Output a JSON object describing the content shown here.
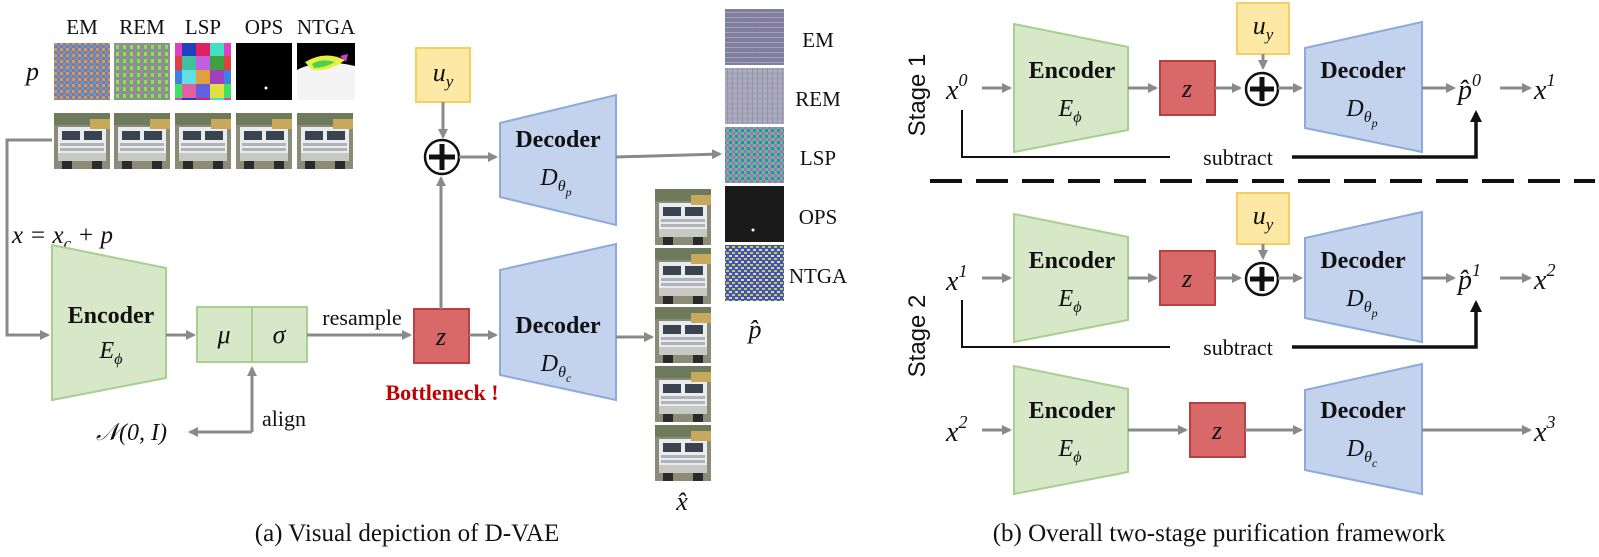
{
  "panel_a": {
    "caption": "(a) Visual depiction of D-VAE",
    "p_symbol": "p",
    "attack_labels": [
      "EM",
      "REM",
      "LSP",
      "OPS",
      "NTGA"
    ],
    "x_equation": "x = x",
    "x_equation_sub": "c",
    "x_equation_tail": " + p",
    "encoder": {
      "title": "Encoder",
      "sym": "E",
      "sub": "ϕ"
    },
    "mu": "μ",
    "sigma": "σ",
    "resample": "resample",
    "z": "z",
    "bottleneck": "Bottleneck !",
    "normal": "𝒩(0, I)",
    "align": "align",
    "u_y": {
      "sym": "u",
      "sub": "y"
    },
    "decoder_p": {
      "title": "Decoder",
      "sym": "D",
      "sub": "θ",
      "subsub": "p"
    },
    "decoder_c": {
      "title": "Decoder",
      "sym": "D",
      "sub": "θ",
      "subsub": "c"
    },
    "x_hat": "x̂",
    "p_hat": "p̂",
    "perturb_labels": [
      "EM",
      "REM",
      "LSP",
      "OPS",
      "NTGA"
    ]
  },
  "panel_b": {
    "caption": "(b) Overall two-stage purification framework",
    "stage1": {
      "label": "Stage 1",
      "input": "x",
      "input_sup": "0",
      "encoder": {
        "title": "Encoder",
        "sym": "E",
        "sub": "ϕ"
      },
      "z": "z",
      "u_y": {
        "sym": "u",
        "sub": "y"
      },
      "decoder": {
        "title": "Decoder",
        "sym": "D",
        "sub": "θ",
        "subsub": "p"
      },
      "p_out": "p̂",
      "p_out_sup": "0",
      "output": "x",
      "output_sup": "1",
      "subtract": "subtract"
    },
    "stage2": {
      "label": "Stage 2",
      "input": "x",
      "input_sup": "1",
      "encoder": {
        "title": "Encoder",
        "sym": "E",
        "sub": "ϕ"
      },
      "z": "z",
      "u_y": {
        "sym": "u",
        "sub": "y"
      },
      "decoder": {
        "title": "Decoder",
        "sym": "D",
        "sub": "θ",
        "subsub": "p"
      },
      "p_out": "p̂",
      "p_out_sup": "1",
      "output": "x",
      "output_sup": "2",
      "subtract": "subtract",
      "row2": {
        "input": "x",
        "input_sup": "2",
        "encoder": {
          "title": "Encoder",
          "sym": "E",
          "sub": "ϕ"
        },
        "z": "z",
        "decoder": {
          "title": "Decoder",
          "sym": "D",
          "sub": "θ",
          "subsub": "c"
        },
        "output": "x",
        "output_sup": "3"
      }
    }
  },
  "colors": {
    "encoder_fill": "#d7e8c8",
    "decoder_fill": "#c3d3ee",
    "z_fill": "#d96868",
    "u_fill": "#fde8a6",
    "bottleneck_text": "#c00000",
    "arrow_gray": "#8a8a8a"
  }
}
